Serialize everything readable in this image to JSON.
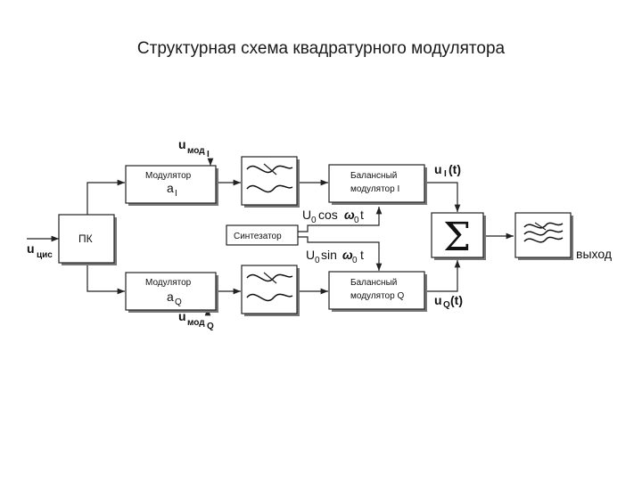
{
  "title": "Структурная схема квадратурного модулятора",
  "labels": {
    "u_mod_i": "u",
    "u_mod_i_sub": "мод",
    "u_mod_i_subsub": "I",
    "modulator_i": "Модулятор",
    "a_i": "a",
    "a_i_sub": "I",
    "balanced_i_line1": "Балансный",
    "balanced_i_line2": "модулятор  I",
    "u_i_t": "u",
    "u_i_t_sub": "I",
    "u_i_t_arg": "(t)",
    "cos_u": "U",
    "cos_u_sub": "0",
    "cos_fn": "cos",
    "cos_omega": "ω",
    "cos_omega_sub": "0",
    "cos_t": "t",
    "pk": "ПК",
    "u_cis": "u",
    "u_cis_sub": "цис",
    "synth": "Синтезатор",
    "sin_u": "U",
    "sin_u_sub": "0",
    "sin_fn": "sin",
    "sin_omega": "ω",
    "sin_omega_sub": "0",
    "sin_t": "t",
    "sum_symbol": "Σ",
    "output": "выход",
    "modulator_q": "Модулятор",
    "a_q": "a",
    "a_q_sub": "Q",
    "balanced_q_line1": "Балансный",
    "balanced_q_line2": "модулятор Q",
    "u_q_t": "u",
    "u_q_t_sub": "Q",
    "u_q_t_arg": "(t)",
    "u_mod_q": "u",
    "u_mod_q_sub": "мод",
    "u_mod_q_subsub": "Q"
  }
}
